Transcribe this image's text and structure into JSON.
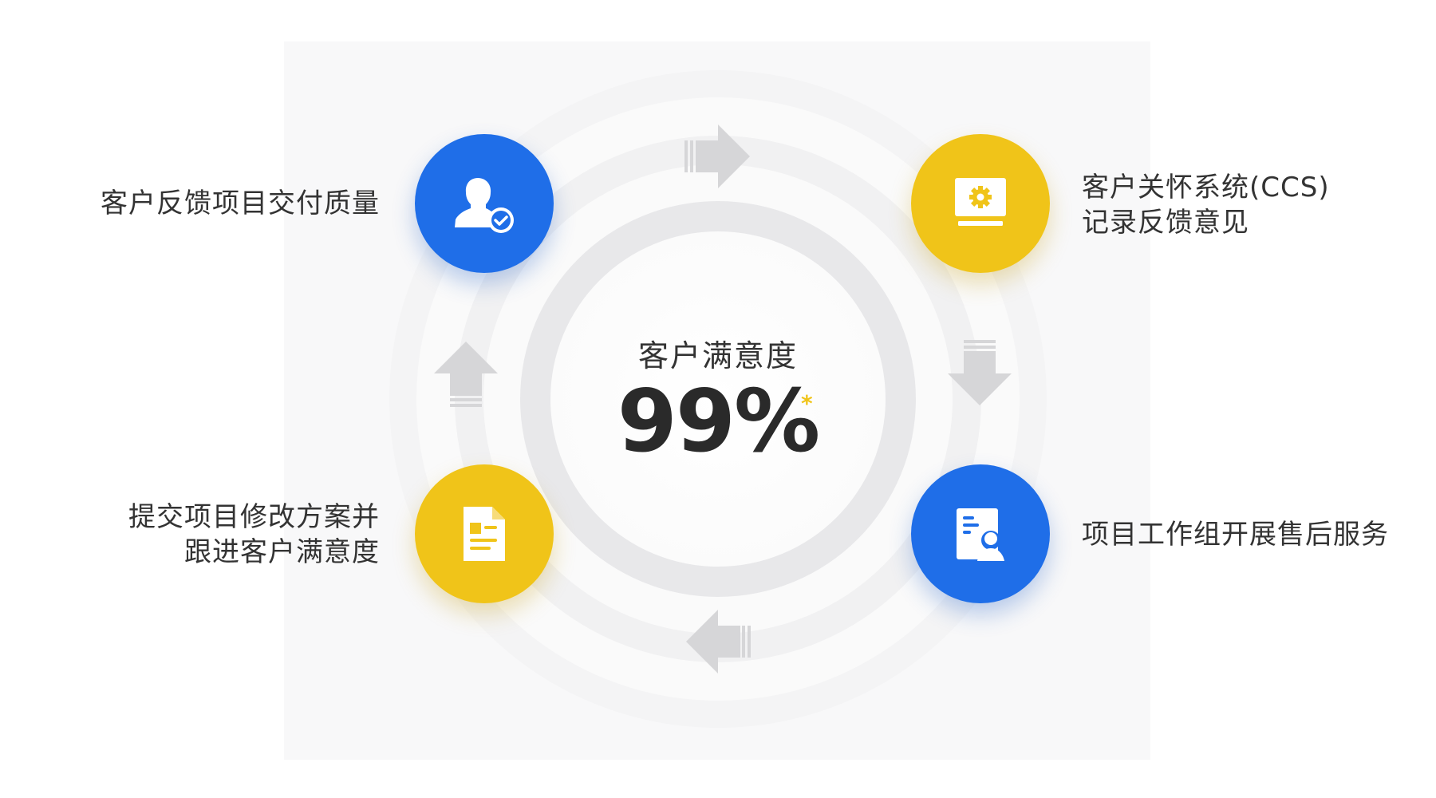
{
  "center": {
    "title": "客户满意度",
    "value": "99%",
    "asterisk": "*"
  },
  "colors": {
    "blue": "#1f6ee8",
    "yellow": "#f0c419",
    "text": "#333333",
    "arrow": "#d6d6d8"
  },
  "steps": [
    {
      "icon": "user-check-icon",
      "lines": [
        "客户反馈项目交付质量"
      ]
    },
    {
      "icon": "monitor-gear-icon",
      "lines": [
        "客户关怀系统(CCS)",
        "记录反馈意见"
      ]
    },
    {
      "icon": "contact-card-icon",
      "lines": [
        "项目工作组开展售后服务"
      ]
    },
    {
      "icon": "document-icon",
      "lines": [
        "提交项目修改方案并",
        "跟进客户满意度"
      ]
    }
  ],
  "arrows": [
    "arrow-right-icon",
    "arrow-down-icon",
    "arrow-left-icon",
    "arrow-up-icon"
  ]
}
